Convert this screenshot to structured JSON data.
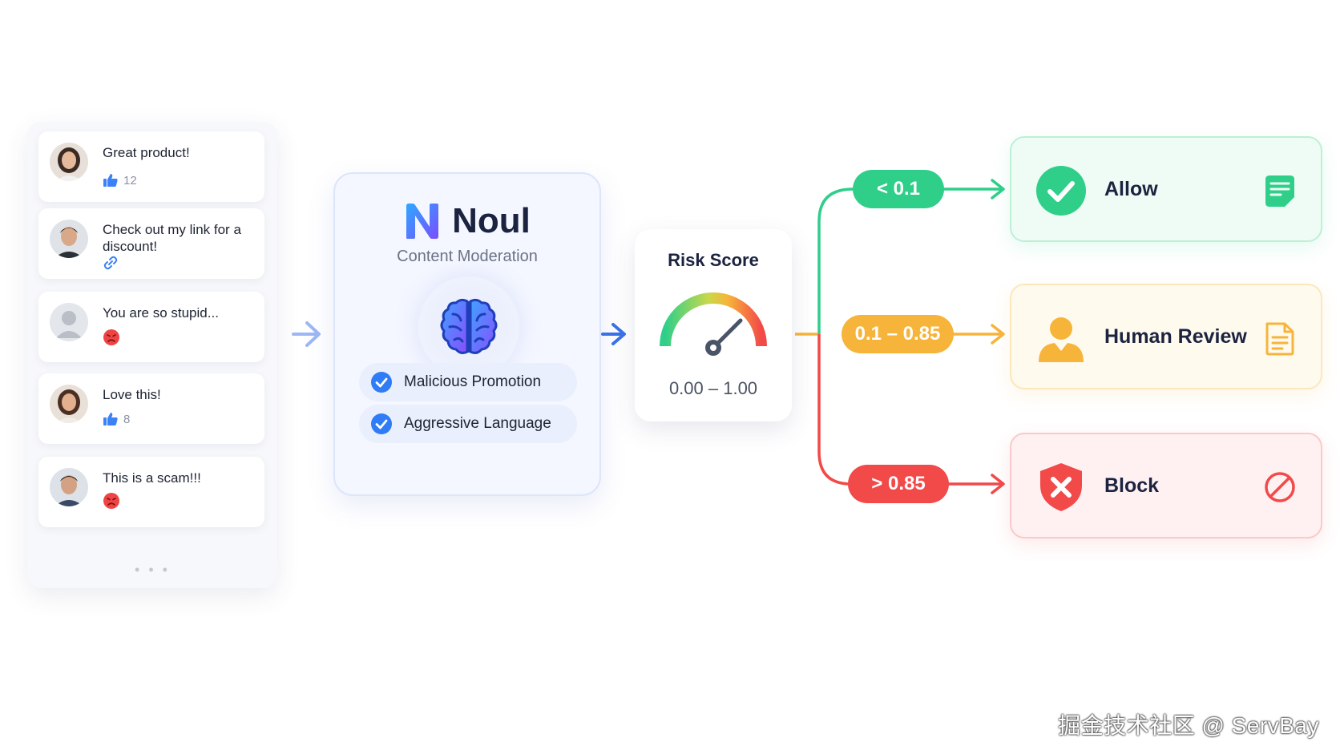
{
  "comments": [
    {
      "text": "Great product!",
      "meta": "12",
      "meta_icon": "thumbs-up-icon"
    },
    {
      "text": "Check out my link for a discount!",
      "meta": "",
      "meta_icon": "link-icon"
    },
    {
      "text": "You are so stupid...",
      "meta": "",
      "meta_icon": "angry-face-icon"
    },
    {
      "text": "Love this!",
      "meta": "8",
      "meta_icon": "thumbs-up-icon"
    },
    {
      "text": "This is a scam!!!",
      "meta": "",
      "meta_icon": "angry-face-icon"
    }
  ],
  "feed_more": "• • •",
  "moderator": {
    "name": "Noul",
    "subtitle": "Content Moderation",
    "checks": [
      "Malicious Promotion",
      "Aggressive Language"
    ]
  },
  "risk": {
    "title": "Risk Score",
    "range": "0.00 – 1.00"
  },
  "thresholds": [
    {
      "label": "< 0.1",
      "color": "#2fcf8a"
    },
    {
      "label": "0.1 – 0.85",
      "color": "#f7b43a"
    },
    {
      "label": "> 0.85",
      "color": "#f24949"
    }
  ],
  "outcomes": [
    {
      "label": "Allow",
      "color": "#2fcf8a"
    },
    {
      "label": "Human Review",
      "color": "#f7b43a"
    },
    {
      "label": "Block",
      "color": "#f24949"
    }
  ],
  "watermark": "掘金技术社区 @ ServBay"
}
